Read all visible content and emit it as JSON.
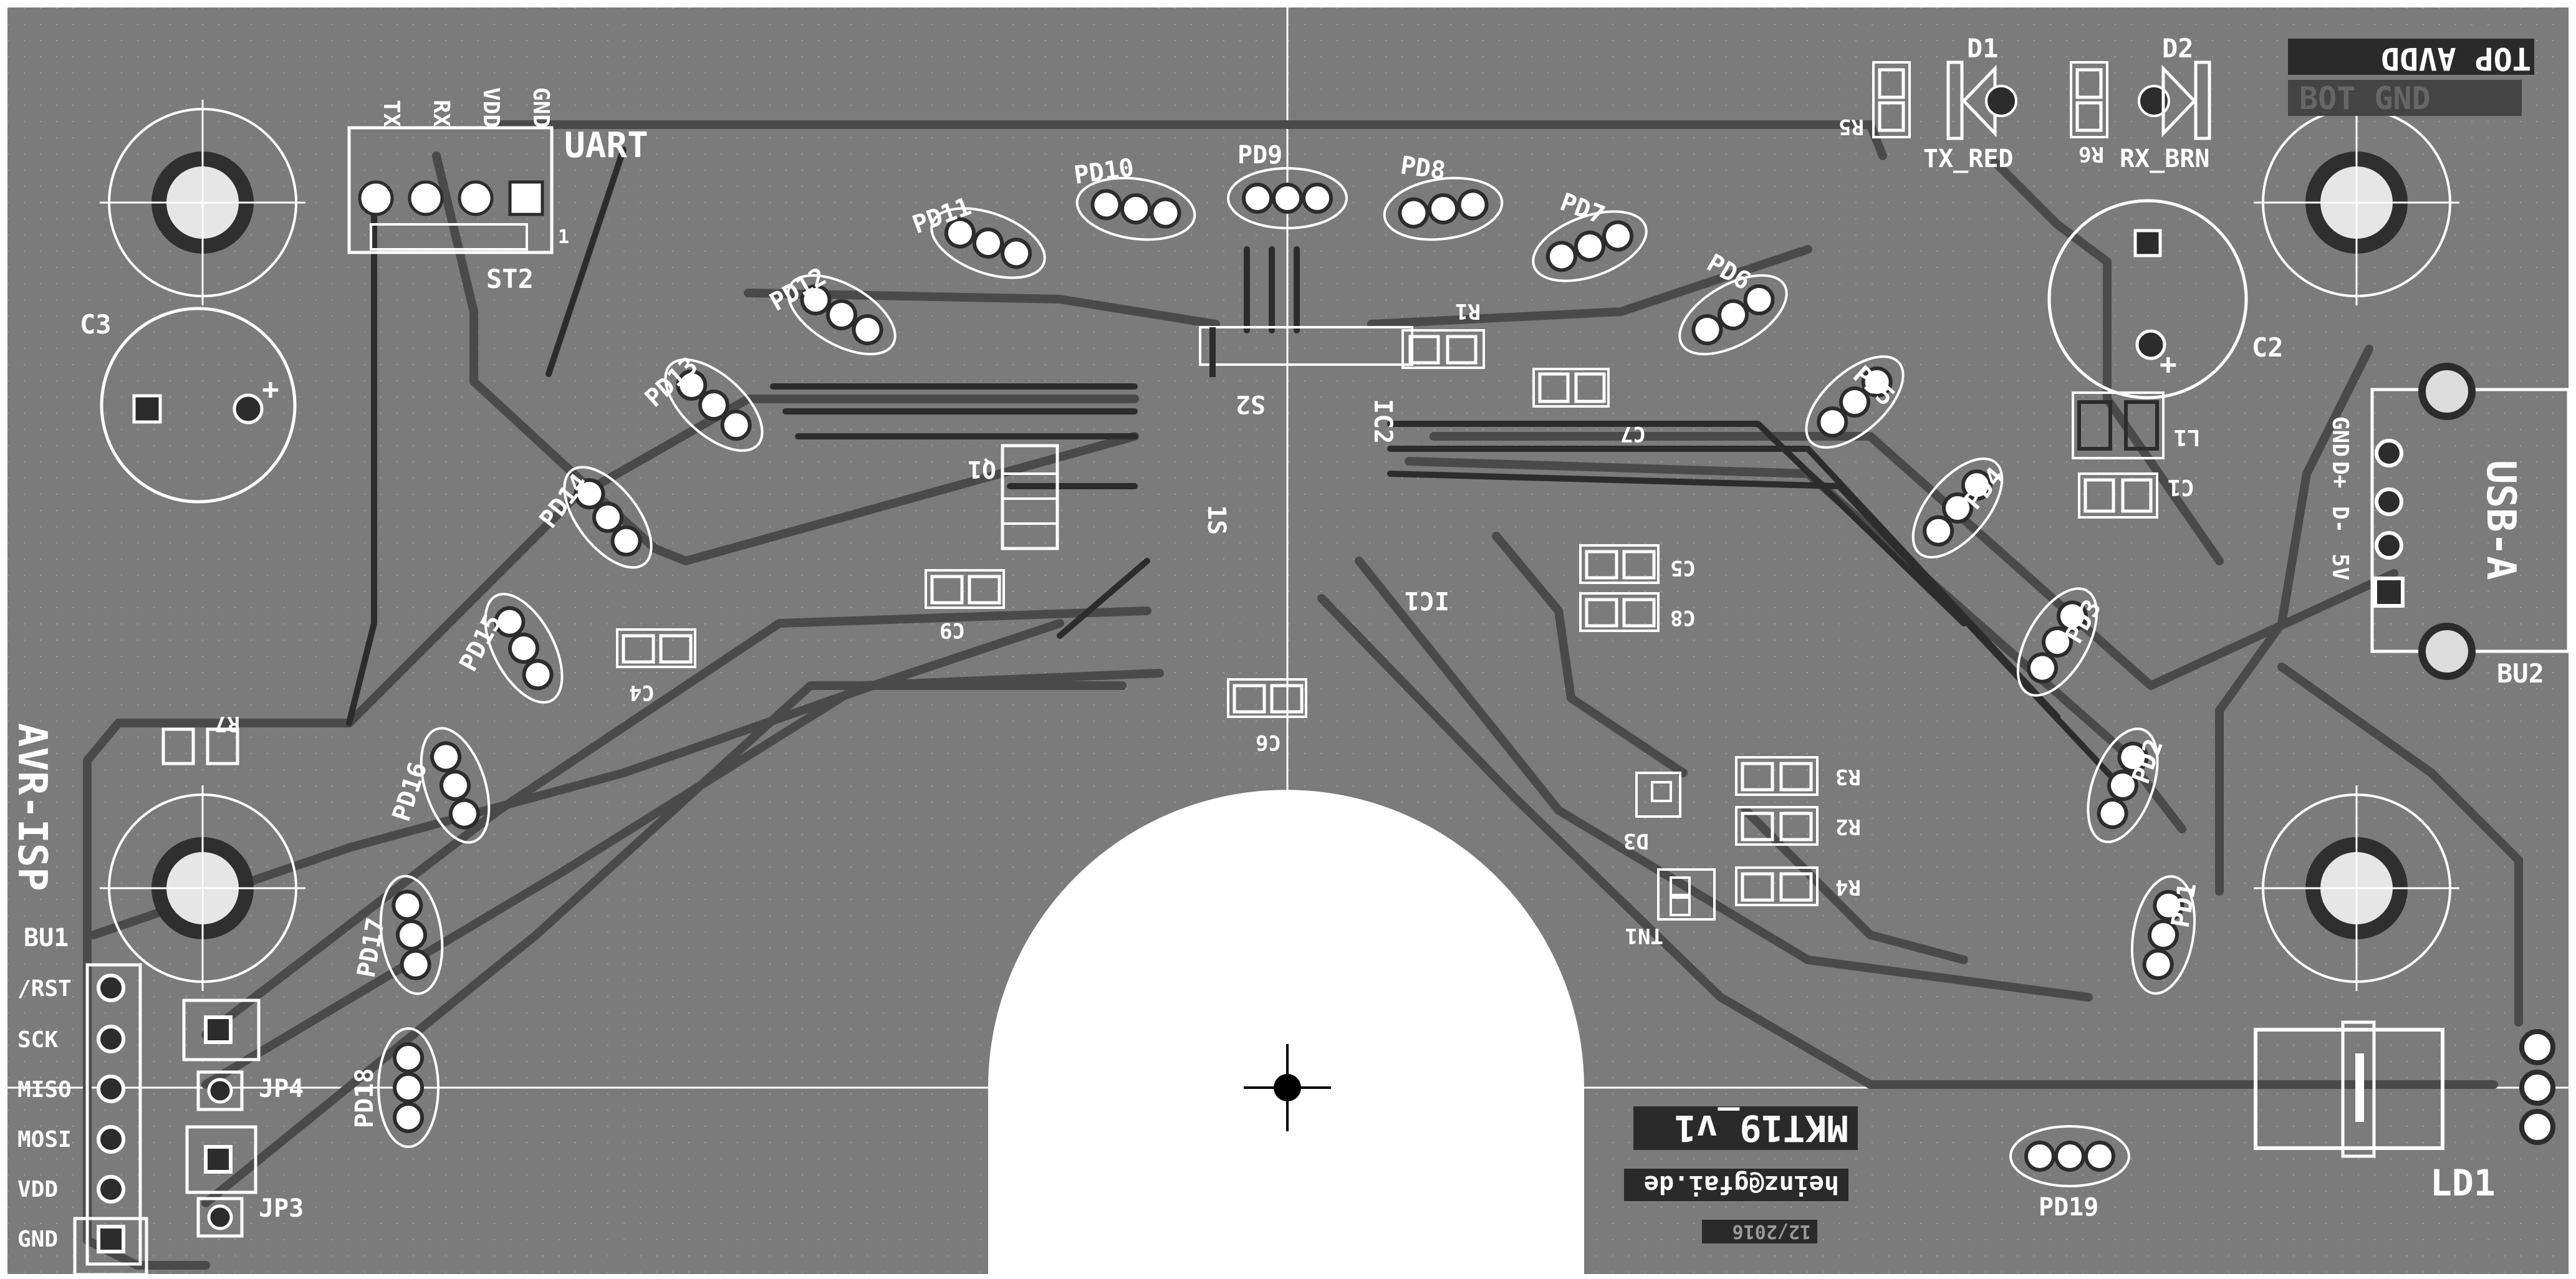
{
  "colors": {
    "board": "#7b7b7b",
    "trace": "#4a4a4a",
    "trace_dark": "#2c2c2c",
    "silk": "#ffffff",
    "pad": "#ffffff",
    "cutout": "#ffffff",
    "label_bg": "#2a2a2a"
  },
  "header_labels": {
    "uart": "UART",
    "uart_pins": [
      "TX",
      "RX",
      "VDD",
      "GND"
    ],
    "st2": "ST2",
    "c3": "C3",
    "c2": "C2",
    "d1": "D1",
    "d2": "D2",
    "r5": "R5",
    "r6": "R6",
    "tx_red": "TX_RED",
    "rx_brn": "RX_BRN",
    "top_avdd": "TOP AVDD",
    "bot_gnd": "BOT GND",
    "l1": "L1",
    "c1": "C1"
  },
  "usb": {
    "title": "USB-A",
    "pins": [
      "GND",
      "D+",
      "D-",
      "5V"
    ],
    "bu2": "BU2"
  },
  "isp": {
    "title": "AVR-ISP",
    "bu1": "BU1",
    "pins": [
      "/RST",
      "SCK",
      "MISO",
      "MOSI",
      "VDD",
      "GND"
    ],
    "jp4": "JP4",
    "jp3": "JP3",
    "r7": "R7"
  },
  "chips": {
    "ic1": "IC1",
    "ic2": "IC2",
    "s1": "1S",
    "s2": "S2",
    "q1": "Q1",
    "r1": "R1",
    "c4": "C4",
    "c5": "C5",
    "c6": "C6",
    "c7": "C7",
    "c8": "C8",
    "c9": "C9",
    "r2": "R2",
    "r3": "R3",
    "r4": "R4",
    "d3": "D3",
    "tn1": "TN1"
  },
  "photodiodes": [
    "PD1",
    "PD2",
    "PD3",
    "PD4",
    "PD5",
    "PD6",
    "PD7",
    "PD8",
    "PD9",
    "PD10",
    "PD11",
    "PD12",
    "PD13",
    "PD14",
    "PD15",
    "PD16",
    "PD17",
    "PD18",
    "PD19"
  ],
  "footer": {
    "version": "MKT19_v1",
    "email": "heinz@gfai.de",
    "date": "12/2016",
    "ld1": "LD1"
  }
}
